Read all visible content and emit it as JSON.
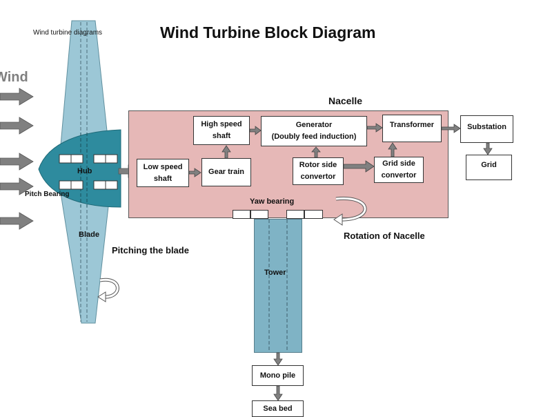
{
  "caption": "Wind turbine diagrams",
  "title": "Wind Turbine Block Diagram",
  "wind_label": "Wind",
  "labels": {
    "nacelle": "Nacelle",
    "hub": "Hub",
    "pitch_bearing": "Pitch Bearing",
    "blade": "Blade",
    "pitching": "Pitching the blade",
    "yaw_bearing": "Yaw bearing",
    "rotation": "Rotation of Nacelle",
    "tower": "Tower"
  },
  "blocks": {
    "low_speed_shaft": [
      "Low speed",
      "shaft"
    ],
    "gear_train": [
      "Gear train"
    ],
    "high_speed_shaft": [
      "High speed",
      "shaft"
    ],
    "generator": [
      "Generator",
      "(Doubly feed induction)"
    ],
    "rotor_side": [
      "Rotor side",
      "convertor"
    ],
    "grid_side": [
      "Grid side",
      "convertor"
    ],
    "transformer": [
      "Transformer"
    ],
    "substation": [
      "Substation"
    ],
    "grid": [
      "Grid"
    ],
    "mono_pile": [
      "Mono pile"
    ],
    "sea_bed": [
      "Sea bed"
    ]
  },
  "colors": {
    "nacelle": "#e6b8b7",
    "tower": "#7fb3c5",
    "blade": "#9cc7d6",
    "hub": "#2e8b9e",
    "arrow": "#808080"
  }
}
